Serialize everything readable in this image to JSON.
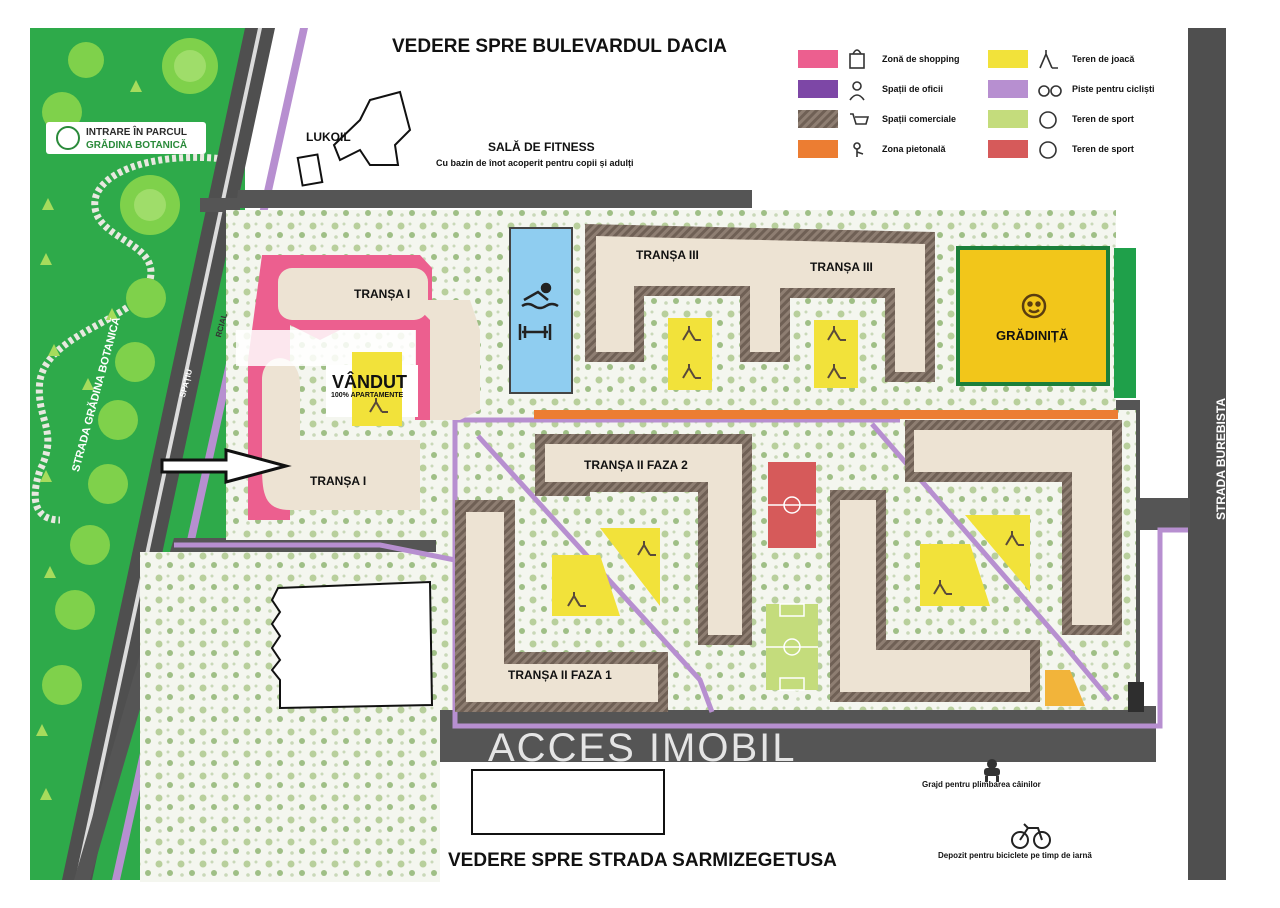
{
  "titles": {
    "top": "VEDERE SPRE BULEVARDUL DACIA",
    "bottom": "VEDERE SPRE STRADA SARMIZEGETUSA"
  },
  "streets": {
    "left": "STRADA GRĂDINA BOTANICĂ",
    "right": "STRADA BUREBISTA",
    "spatiu": "SPAȚIU",
    "comercial": "RCIAL"
  },
  "park": {
    "line1": "INTRARE ÎN PARCUL",
    "line2": "GRĂDINA BOTANICĂ"
  },
  "places": {
    "lukoil": "LUKOIL",
    "fitness_title": "SALĂ DE FITNESS",
    "fitness_sub": "Cu bazin de înot acoperit pentru copii și adulți",
    "gradinita": "GRĂDINIȚĂ",
    "sold": "VÂNDUT",
    "sold_sub": "100% APARTAMENTE",
    "dog_area": "Grajd pentru plimbarea câinilor",
    "bike_depot": "Depozit pentru biciclete pe timp de iarnă"
  },
  "buildings": {
    "t1_top": "TRANȘA I",
    "t1_bottom": "TRANȘA I",
    "t3_left": "TRANȘA III",
    "t3_right": "TRANȘA III",
    "t2f2": "TRANȘA II FAZA 2",
    "t2f1": "TRANȘA II FAZA 1"
  },
  "legend": [
    {
      "label": "Zonă de shopping",
      "color": "#ec5f8f",
      "icon": "shopping-bag-icon"
    },
    {
      "label": "Teren de joacă",
      "color": "#f2e23a",
      "icon": "playground-icon"
    },
    {
      "label": "Spații de oficii",
      "color": "#7d47a6",
      "icon": "office-worker-icon"
    },
    {
      "label": "Piste pentru cicliști",
      "color": "#b78fd0",
      "icon": "bicycle-icon"
    },
    {
      "label": "Spații comerciale",
      "color": "#8a7a6e",
      "icon": "shopping-cart-icon"
    },
    {
      "label": "Teren de sport",
      "color": "#c4dc7c",
      "icon": "football-icon"
    },
    {
      "label": "Zona pietonală",
      "color": "#ec7d32",
      "icon": "pedestrian-icon"
    },
    {
      "label": "Teren de sport",
      "color": "#d65a5a",
      "icon": "football-icon"
    }
  ],
  "watermark": "ACCES IMOBIL",
  "colors": {
    "park_green": "#2eaa4a",
    "road": "#555555",
    "building": "#ede3d3",
    "shopping": "#ec5f8f",
    "playground": "#f2e23a",
    "kindergarten": "#f2c61a",
    "pool": "#8fcdf0",
    "bike_path": "#b78fd0",
    "pedestrian": "#ec7d32"
  }
}
